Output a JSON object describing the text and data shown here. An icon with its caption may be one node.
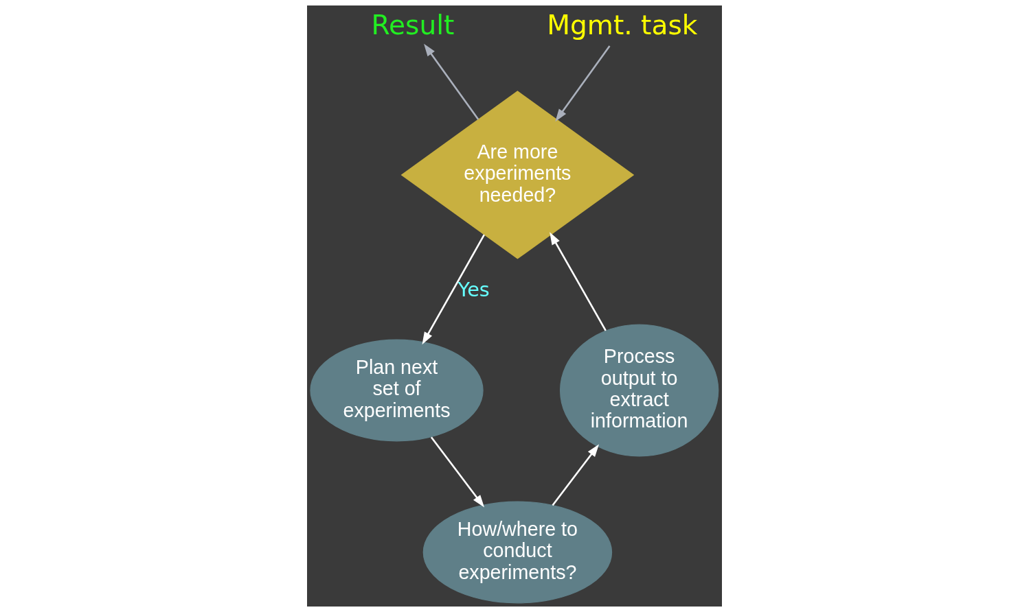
{
  "diagram": {
    "nodes": [
      {
        "text": [
          "Result"
        ]
      },
      {
        "text": [
          "Mgmt. task"
        ]
      },
      {
        "text": [
          "Are more experiments needed?"
        ]
      },
      {
        "text": [
          "Plan next set of experiments"
        ]
      },
      {
        "text": [
          "How/where to conduct experiments?"
        ]
      },
      {
        "text": [
          "Process output to extract information"
        ]
      }
    ],
    "edges": [
      {
        "from": 2,
        "to": 0,
        "arrow": "to",
        "color": "#aab0bc"
      },
      {
        "from": 1,
        "to": 2,
        "arrow": "to",
        "color": "#aab0bc"
      },
      {
        "from": 2,
        "to": 3,
        "arrow": "to",
        "label": "Yes"
      },
      {
        "from": 3,
        "to": 4,
        "arrow": "to"
      },
      {
        "from": 4,
        "to": 5,
        "arrow": "to"
      },
      {
        "from": 5,
        "to": 2,
        "arrow": "to"
      }
    ]
  }
}
